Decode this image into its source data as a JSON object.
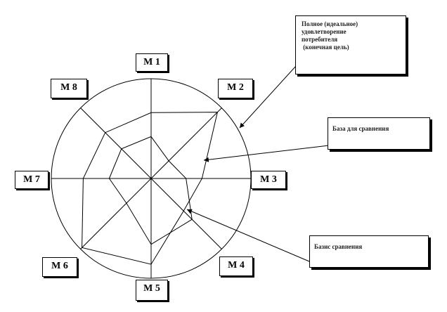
{
  "axes": [
    "М 1",
    "М 2",
    "М 3",
    "М 4",
    "М 5",
    "М 6",
    "М 7",
    "М 8"
  ],
  "annotations": {
    "ideal_lines": [
      "Полное (идеальное)",
      "удовлетворение",
      "потребителя",
      " (конечная цель)"
    ],
    "base_top": "База для сравнения",
    "base_bottom": "Базис сравнения"
  },
  "chart_data": {
    "type": "radar",
    "categories": [
      "М 1",
      "М 2",
      "М 3",
      "М 4",
      "М 5",
      "М 6",
      "М 7",
      "М 8"
    ],
    "rmax": 1,
    "series": [
      {
        "values": [
          0.66,
          0.94,
          0.51,
          0.46,
          0.86,
          0.98,
          0.68,
          0.65
        ]
      },
      {
        "values": [
          0.42,
          0.25,
          0.35,
          0.58,
          0.66,
          0.35,
          0.42,
          0.42
        ]
      }
    ],
    "colors": {
      "line": "#000000",
      "background": "#ffffff"
    }
  }
}
